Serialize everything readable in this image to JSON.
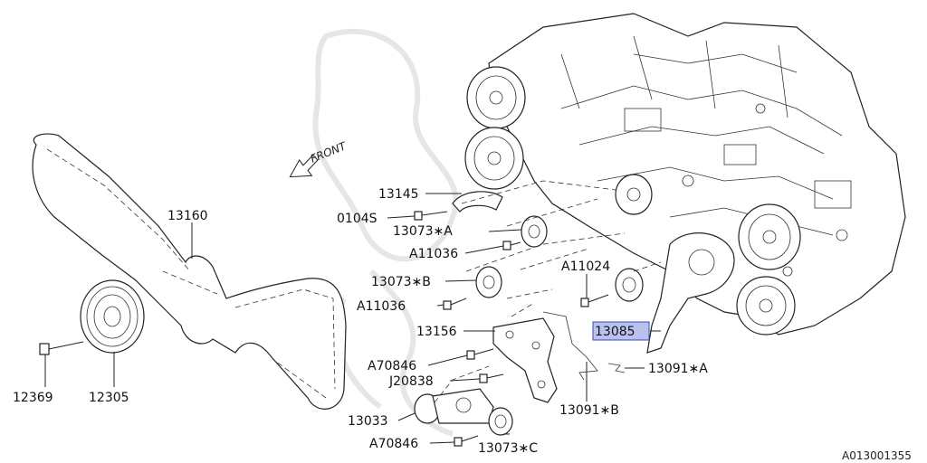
{
  "diagram": {
    "front_label": "FRONT",
    "catalog_id": "A013001355",
    "highlight_color": "#b9c2ee",
    "parts": [
      {
        "id": "13145",
        "label": "13145"
      },
      {
        "id": "0104S",
        "label": "0104S"
      },
      {
        "id": "13073A",
        "label": "13073∗A"
      },
      {
        "id": "A11036a",
        "label": "A11036"
      },
      {
        "id": "13073B",
        "label": "13073∗B"
      },
      {
        "id": "A11036b",
        "label": "A11036"
      },
      {
        "id": "13156",
        "label": "13156"
      },
      {
        "id": "A70846a",
        "label": "A70846"
      },
      {
        "id": "J20838",
        "label": "J20838"
      },
      {
        "id": "13033",
        "label": "13033"
      },
      {
        "id": "A70846b",
        "label": "A70846"
      },
      {
        "id": "13073C",
        "label": "13073∗C"
      },
      {
        "id": "13091B",
        "label": "13091∗B"
      },
      {
        "id": "13091A",
        "label": "13091∗A"
      },
      {
        "id": "13085",
        "label": "13085",
        "highlighted": true
      },
      {
        "id": "A11024",
        "label": "A11024"
      },
      {
        "id": "13160",
        "label": "13160"
      },
      {
        "id": "12369",
        "label": "12369"
      },
      {
        "id": "12305",
        "label": "12305"
      }
    ]
  }
}
